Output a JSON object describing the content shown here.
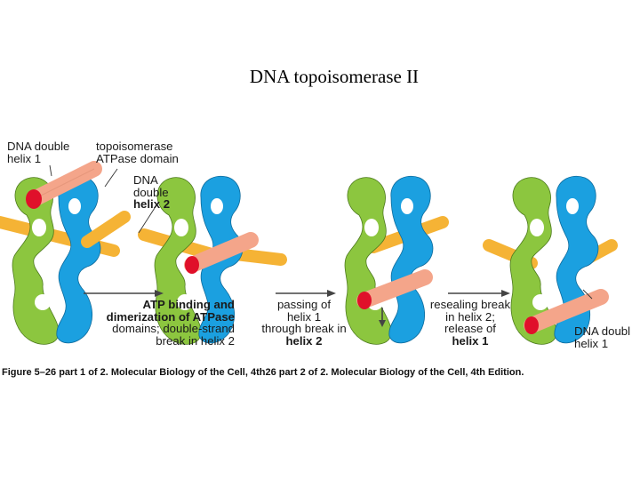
{
  "slide": {
    "title": "DNA topoisomerase II"
  },
  "labels": {
    "dna_helix1_l1": "DNA double",
    "dna_helix1_l2": "helix 1",
    "atpase_l1": "topoisomerase",
    "atpase_l2": "ATPase domain",
    "helix2_l1": "DNA",
    "helix2_l2": "double",
    "helix2_l3": "helix 2",
    "step1_l1": "ATP binding and",
    "step1_l2": "dimerization of ATPase",
    "step1_l3": "domains; double-strand",
    "step1_l4": "break in helix 2",
    "step2_l1": "passing of",
    "step2_l2": "helix 1",
    "step2_l3": "through break in",
    "step2_l4": "helix 2",
    "step3_l1": "resealing break",
    "step3_l2": "in helix 2;",
    "step3_l3": "release of",
    "step3_l4": "helix 1",
    "final_l1": "DNA doubl",
    "final_l2": "helix 1"
  },
  "caption": {
    "part1": "Figure 5–26 part 1 of 2. Molecular Biology of the Cell, 4th",
    "part2": "26 part 2 of 2. Molecular Biology of the Cell, 4th Edition."
  },
  "colors": {
    "green_domain": "#8cc63f",
    "blue_domain": "#1ba0e0",
    "helix1": "#f4a58a",
    "helix2": "#f5b335",
    "break_end": "#e0102a",
    "arrow": "#444444"
  }
}
